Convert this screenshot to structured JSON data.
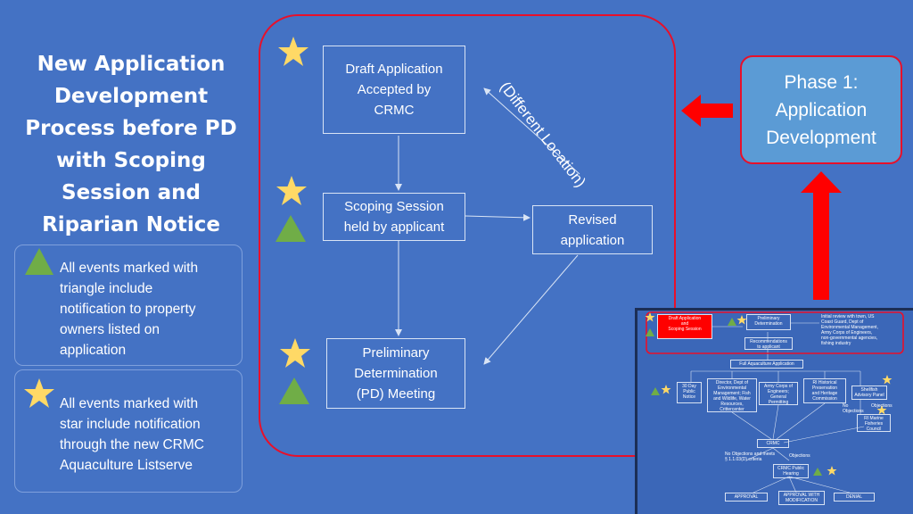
{
  "title_lines": [
    "New Application",
    "Development",
    "Process before PD",
    "with Scoping",
    "Session and",
    "Riparian Notice"
  ],
  "legend": {
    "triangle_lines": [
      "All events marked with",
      "triangle include",
      "notification to property",
      "owners listed on",
      "application"
    ],
    "star_lines": [
      "All events marked with",
      "star include notification",
      "through the new CRMC",
      "Aquaculture Listserve"
    ]
  },
  "nodes": {
    "draft": [
      "Draft Application",
      "Accepted by",
      "CRMC"
    ],
    "scoping": [
      "Scoping Session",
      "held by applicant"
    ],
    "revised": [
      "Revised",
      "application"
    ],
    "preliminary": [
      "Preliminary",
      "Determination",
      "(PD) Meeting"
    ]
  },
  "diagonal_label": "(Different Location)",
  "phase_box": [
    "Phase 1:",
    "Application",
    "Development"
  ],
  "thumbnail": {
    "draft_scoping": [
      "Draft Application",
      "and",
      "Scoping Session"
    ],
    "prelim": [
      "Preliminary",
      "Determination"
    ],
    "initial_review": [
      "Initial review with town, US",
      "Coast Guard, Dept of",
      "Environmental Management,",
      "Army Corps of Engineers,",
      "non-governmental agencies,",
      "fishing industry"
    ],
    "recommendations": [
      "Recommendations",
      "to applicant"
    ],
    "full_app": "Full Aquaculture Application",
    "notice_30": [
      "30 Day",
      "Public",
      "Notice"
    ],
    "director": [
      "Director, Dept of",
      "Environmental",
      "Management; Fish",
      "and Wildlife, Water",
      "Resources,",
      "Crittercenter"
    ],
    "army": [
      "Army Corps of",
      "Engineers;",
      "General",
      "Permitting"
    ],
    "historical": [
      "RI Historical",
      "Preservation",
      "and Heritage",
      "Commission"
    ],
    "shellfish": [
      "Shellfish",
      "Advisory Panel"
    ],
    "no_objections_1": [
      "No",
      "Objections"
    ],
    "objections_1": "Objections",
    "marine": [
      "RI Marine",
      "Fisheries",
      "Council"
    ],
    "crmc": "CRMC",
    "no_obj_criteria": [
      "No Objections and meets",
      "§ 1.1.03(D) criteria"
    ],
    "objections_2": "Objections",
    "public_hearing": [
      "CRMC Public",
      "Hearing"
    ],
    "approval": "APPROVAL",
    "approval_mod": [
      "APPROVAL WITH",
      "MODIFICATION"
    ],
    "denial": "DENIAL"
  },
  "colors": {
    "background": "#4472c4",
    "frame_red": "#e8102a",
    "star_yellow": "#ffd966",
    "triangle_green": "#70ad47",
    "phase_fill": "#5b9bd5"
  }
}
